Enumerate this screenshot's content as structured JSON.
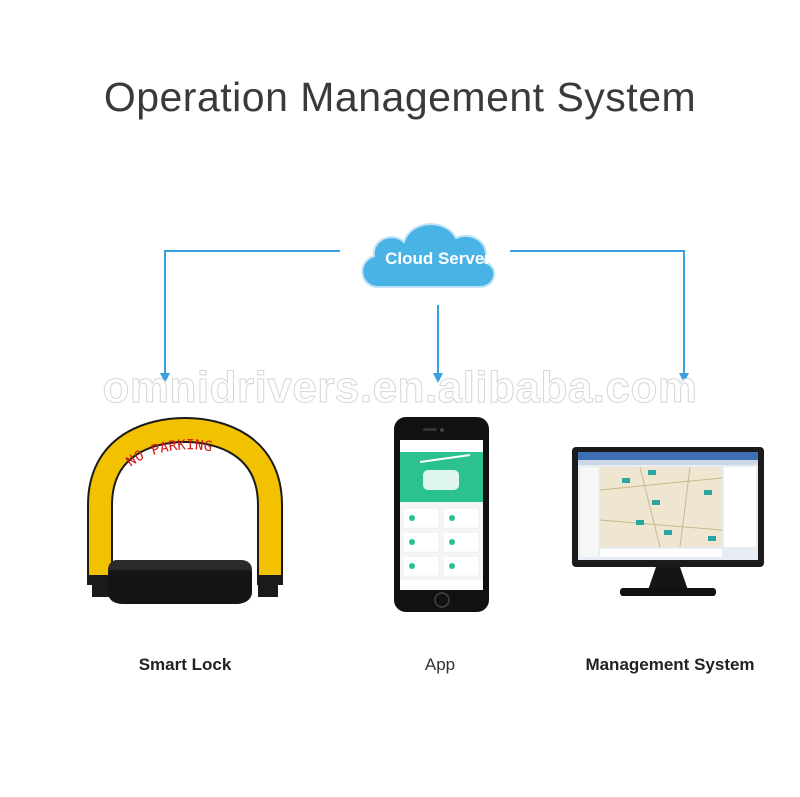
{
  "title": "Operation Management System",
  "cloud": {
    "label": "Cloud Server",
    "icon": "cloud-icon",
    "color": "#4ab3e6"
  },
  "connector_color": "#3aa0e0",
  "watermark": "omnidrivers.en.alibaba.com",
  "nodes": [
    {
      "id": "smart-lock",
      "label": "Smart Lock",
      "sign_text": "NO PARKING"
    },
    {
      "id": "app",
      "label": "App"
    },
    {
      "id": "management-system",
      "label": "Management System"
    }
  ],
  "colors": {
    "lock_arm": "#f2c100",
    "lock_text": "#d21a1a",
    "lock_base": "#1a1a1a",
    "app_accent": "#2cc28f"
  }
}
